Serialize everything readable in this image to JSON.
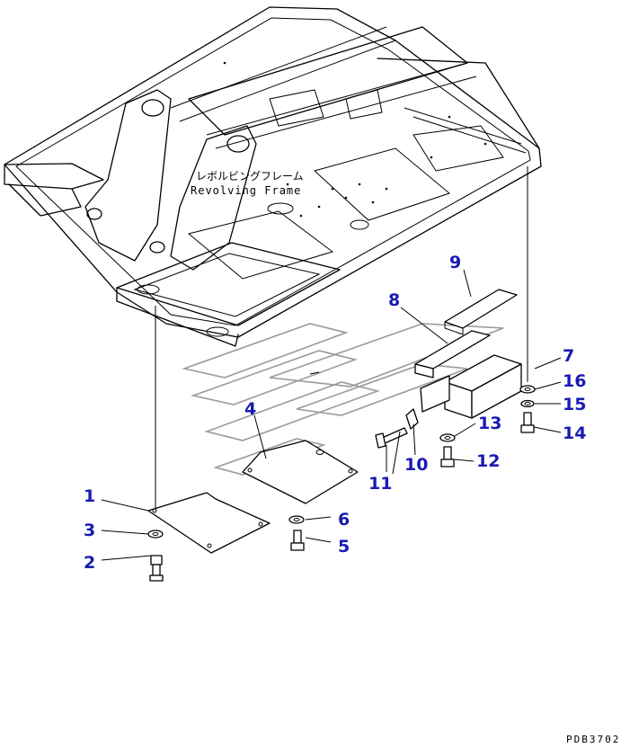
{
  "frame_label": {
    "japanese": "レボルビングフレーム",
    "english": "Revolving Frame"
  },
  "drawing_code": "PDB3702",
  "callouts": [
    "1",
    "2",
    "3",
    "4",
    "5",
    "6",
    "7",
    "8",
    "9",
    "10",
    "11",
    "12",
    "13",
    "14",
    "15",
    "16"
  ],
  "colors": {
    "callout": "#1a1ab4",
    "line": "#000000",
    "watermark": "#9a9a9a"
  }
}
